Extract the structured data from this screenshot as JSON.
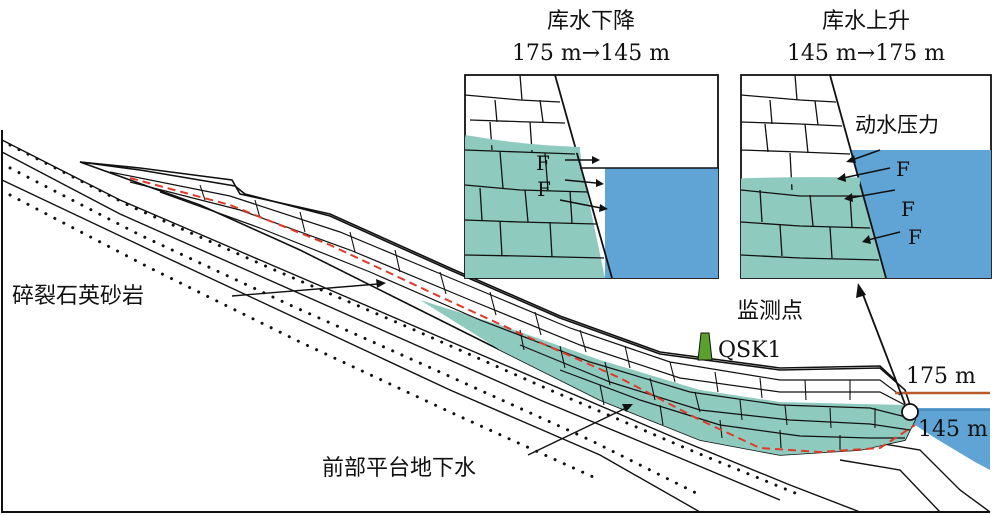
{
  "panels": {
    "left": {
      "title": "库水下降",
      "subtitle": "175 m→145 m",
      "force_label": "F"
    },
    "right": {
      "title": "库水上升",
      "subtitle": "145 m→175 m",
      "pressure_label": "动水压力",
      "force_label": "F"
    }
  },
  "labels": {
    "rock": "碎裂石英砂岩",
    "groundwater": "前部平台地下水",
    "monitor_title": "监测点",
    "monitor_id": "QSK1",
    "level_high": "175 m",
    "level_low": "145 m"
  },
  "colors": {
    "groundwater": "#8fcabf",
    "reservoir": "#5fa4d4",
    "slip_surface": "#e03a2a",
    "level_line": "#b85a2a"
  }
}
